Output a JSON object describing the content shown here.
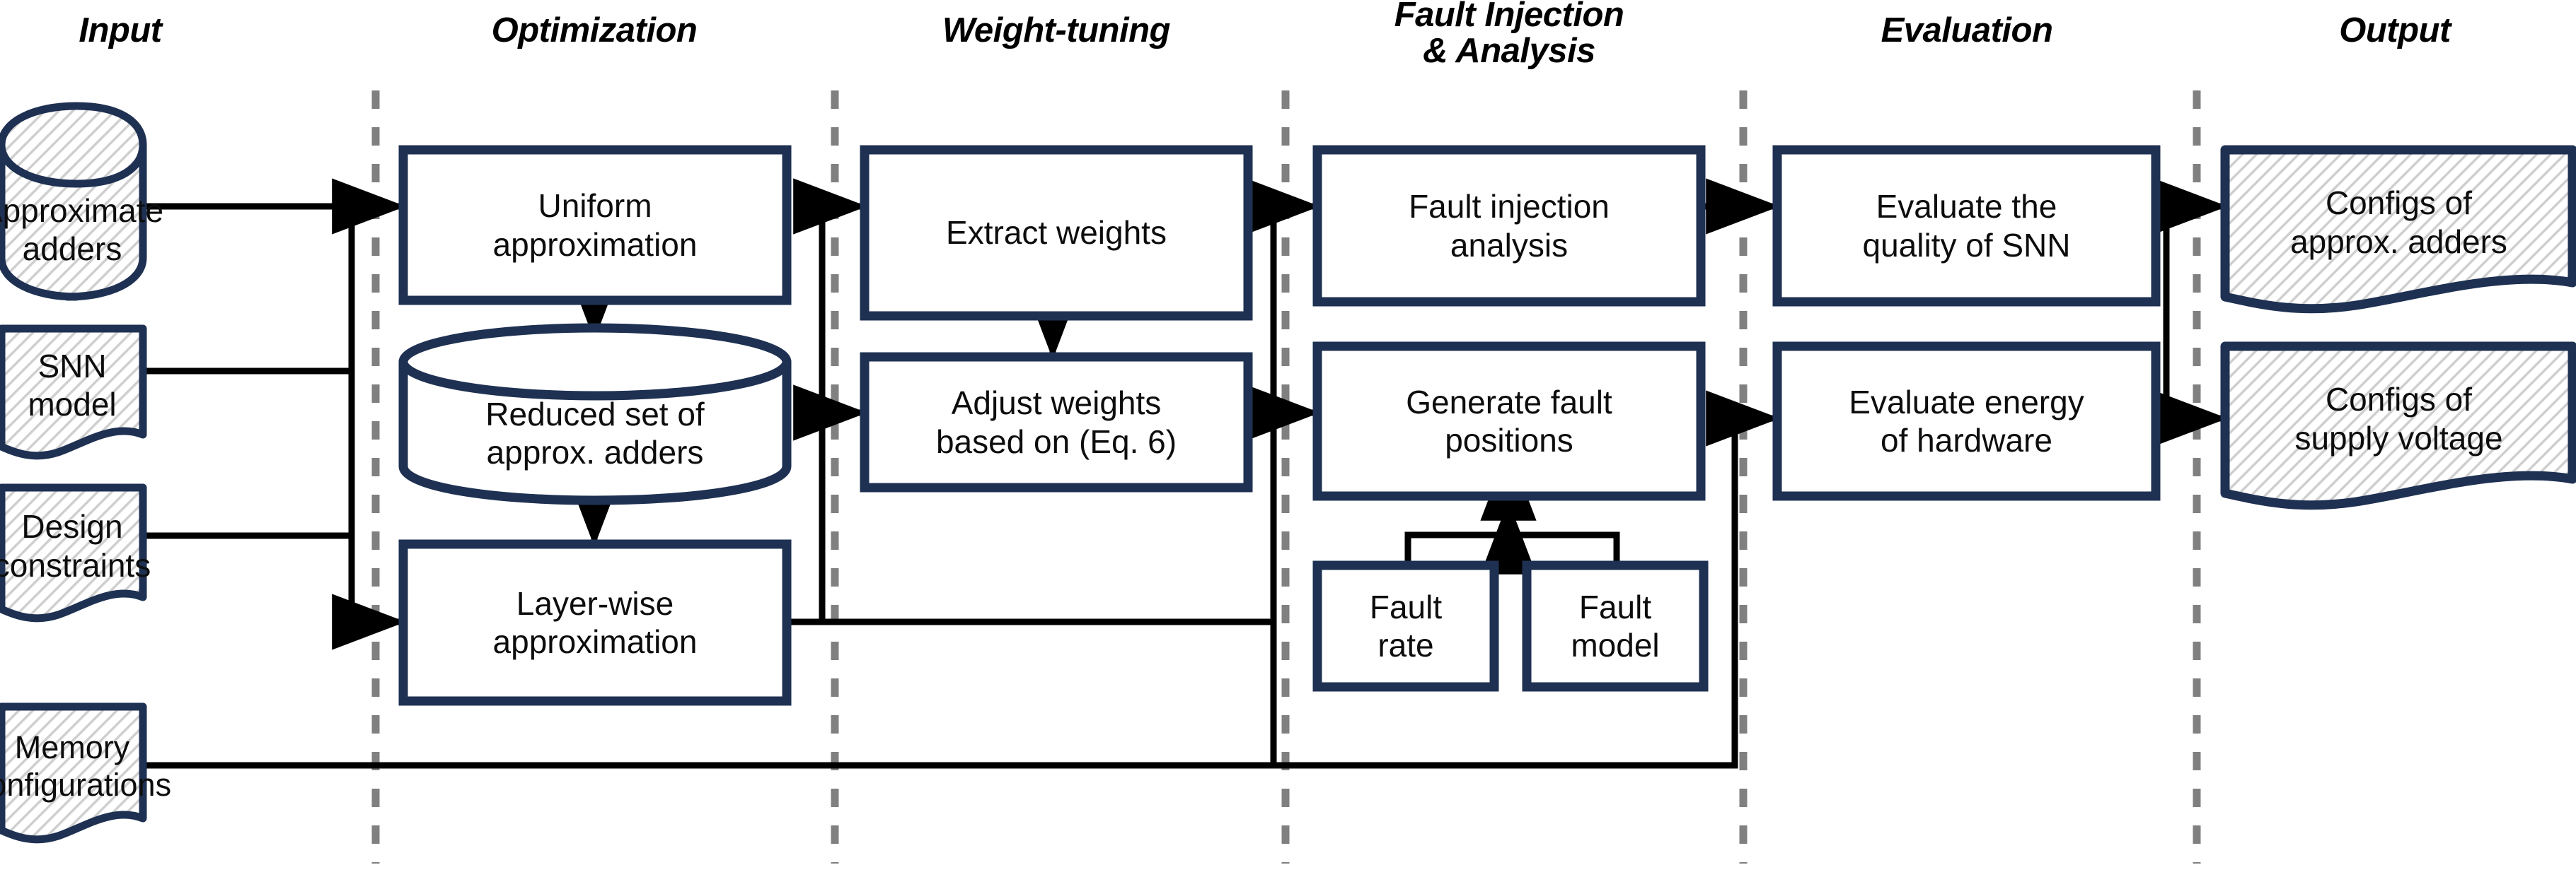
{
  "figure": {
    "type": "flowchart",
    "title": "",
    "palette": {
      "shape_stroke": "#1F3152",
      "shape_fill_plain": "#FFFFFF",
      "shape_fill_hatched": "#FFFFFF",
      "hatch_color": "#C8C8C8",
      "connector": "#000000",
      "divider": "#808080",
      "text": "#0D0D0D",
      "header_text": "#000000"
    },
    "columns": [
      {
        "id": "input",
        "label": "Input"
      },
      {
        "id": "optimization",
        "label": "Optimization"
      },
      {
        "id": "weight-tuning",
        "label": "Weight-tuning"
      },
      {
        "id": "fault-injection",
        "label": "Fault Injection\n& Analysis"
      },
      {
        "id": "evaluation",
        "label": "Evaluation"
      },
      {
        "id": "output",
        "label": "Output"
      }
    ],
    "nodes": [
      {
        "id": "approximate-adders",
        "column": "input",
        "shape": "cylinder",
        "fill": "hatched",
        "label": "Approximate\nadders"
      },
      {
        "id": "snn-model",
        "column": "input",
        "shape": "document",
        "fill": "hatched",
        "label": "SNN model"
      },
      {
        "id": "design-constraints",
        "column": "input",
        "shape": "document",
        "fill": "hatched",
        "label": "Design\nconstraints"
      },
      {
        "id": "memory-configurations",
        "column": "input",
        "shape": "document",
        "fill": "hatched",
        "label": "Memory\nconfigurations"
      },
      {
        "id": "uniform-approximation",
        "column": "optimization",
        "shape": "rectangle",
        "fill": "plain",
        "label": "Uniform\napproximation"
      },
      {
        "id": "reduced-set-adders",
        "column": "optimization",
        "shape": "cylinder",
        "fill": "plain",
        "label": "Reduced set of\napprox. adders"
      },
      {
        "id": "layer-wise-approximation",
        "column": "optimization",
        "shape": "rectangle",
        "fill": "plain",
        "label": "Layer-wise\napproximation"
      },
      {
        "id": "extract-weights",
        "column": "weight-tuning",
        "shape": "rectangle",
        "fill": "plain",
        "label": "Extract weights"
      },
      {
        "id": "adjust-weights",
        "column": "weight-tuning",
        "shape": "rectangle",
        "fill": "plain",
        "label": "Adjust weights\nbased on (Eq. 6)"
      },
      {
        "id": "fault-injection-analysis",
        "column": "fault-injection",
        "shape": "rectangle",
        "fill": "plain",
        "label": "Fault injection\nanalysis"
      },
      {
        "id": "generate-fault-positions",
        "column": "fault-injection",
        "shape": "rectangle",
        "fill": "plain",
        "label": "Generate fault\npositions"
      },
      {
        "id": "fault-rate",
        "column": "fault-injection",
        "shape": "rectangle",
        "fill": "plain",
        "label": "Fault\nrate"
      },
      {
        "id": "fault-model",
        "column": "fault-injection",
        "shape": "rectangle",
        "fill": "plain",
        "label": "Fault\nmodel"
      },
      {
        "id": "evaluate-quality-snn",
        "column": "evaluation",
        "shape": "rectangle",
        "fill": "plain",
        "label": "Evaluate the\nquality of SNN"
      },
      {
        "id": "evaluate-energy-hw",
        "column": "evaluation",
        "shape": "rectangle",
        "fill": "plain",
        "label": "Evaluate energy\nof hardware"
      },
      {
        "id": "configs-approx-adders",
        "column": "output",
        "shape": "document",
        "fill": "hatched",
        "label": "Configs of\napprox. adders"
      },
      {
        "id": "configs-supply-voltage",
        "column": "output",
        "shape": "document",
        "fill": "hatched",
        "label": "Configs of\nsupply voltage"
      }
    ],
    "edges": [
      {
        "from": "approximate-adders",
        "to": "uniform-approximation"
      },
      {
        "from": "snn-model",
        "to": "uniform-approximation"
      },
      {
        "from": "design-constraints",
        "to": "layer-wise-approximation"
      },
      {
        "from": "uniform-approximation",
        "to": "reduced-set-adders"
      },
      {
        "from": "reduced-set-adders",
        "to": "layer-wise-approximation"
      },
      {
        "from": "layer-wise-approximation",
        "to": "extract-weights"
      },
      {
        "from": "layer-wise-approximation",
        "to": "adjust-weights"
      },
      {
        "from": "extract-weights",
        "to": "adjust-weights"
      },
      {
        "from": "adjust-weights",
        "to": "fault-injection-analysis"
      },
      {
        "from": "adjust-weights",
        "to": "generate-fault-positions"
      },
      {
        "from": "generate-fault-positions",
        "to": "fault-injection-analysis"
      },
      {
        "from": "fault-rate",
        "to": "generate-fault-positions"
      },
      {
        "from": "fault-model",
        "to": "generate-fault-positions"
      },
      {
        "from": "fault-injection-analysis",
        "to": "evaluate-quality-snn"
      },
      {
        "from": "memory-configurations",
        "to": "evaluate-energy-hw"
      },
      {
        "from": "evaluate-quality-snn",
        "to": "configs-approx-adders"
      },
      {
        "from": "evaluate-quality-snn",
        "to": "configs-supply-voltage"
      },
      {
        "from": "evaluate-energy-hw",
        "to": "configs-approx-adders"
      },
      {
        "from": "evaluate-energy-hw",
        "to": "configs-supply-voltage"
      }
    ]
  }
}
